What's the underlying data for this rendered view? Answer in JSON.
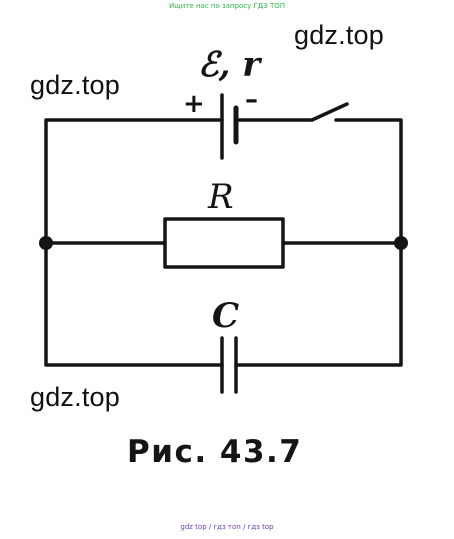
{
  "header": {
    "banner_text": "Ищите нас по запросу ГДЗ ТОП"
  },
  "watermarks": [
    "gdz.top",
    "gdz.top",
    "gdz.top"
  ],
  "footer": {
    "links_text": "gdz top / гдз топ / гдз top"
  },
  "diagram": {
    "emf_label": "ℰ, r",
    "plus_label": "+",
    "minus_label": "–",
    "resistor_label": "R",
    "capacitor_label": "C",
    "caption": "Рис. 43.7"
  },
  "colors": {
    "ink": "#151515",
    "banner": "#2fb84a",
    "footer_links": "#6a3fb8"
  }
}
